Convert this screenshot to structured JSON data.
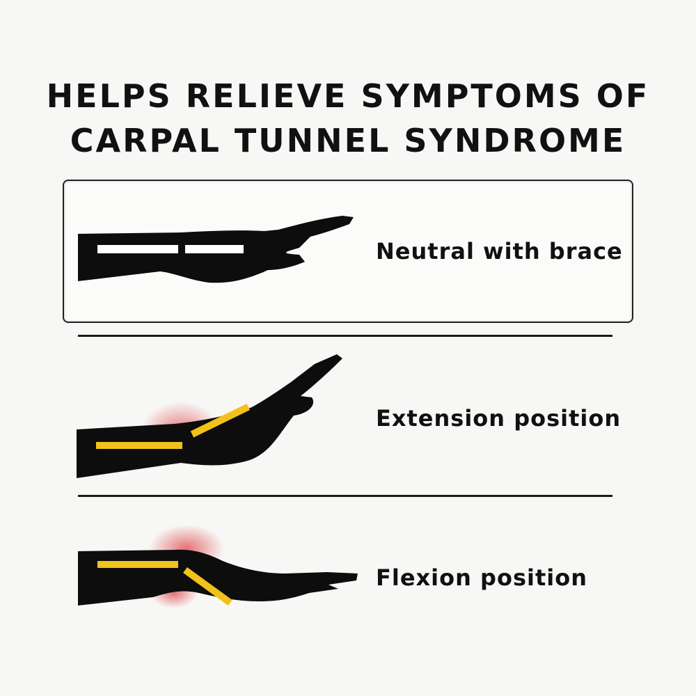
{
  "title": {
    "line1": "HELPS RELIEVE SYMPTOMS OF",
    "line2": "CARPAL TUNNEL SYNDROME"
  },
  "rows": [
    {
      "label": "Neutral with brace",
      "icon": "arm-neutral-brace-icon",
      "highlighted": true
    },
    {
      "label": "Extension position",
      "icon": "arm-extension-icon",
      "highlighted": false
    },
    {
      "label": "Flexion position",
      "icon": "arm-flexion-icon",
      "highlighted": false
    }
  ],
  "colors": {
    "silhouette": "#0d0d0d",
    "splint_brace": "#ffffff",
    "nerve_line": "#f2c21b",
    "pain_glow": "#e0444a",
    "background": "#f7f7f5"
  }
}
